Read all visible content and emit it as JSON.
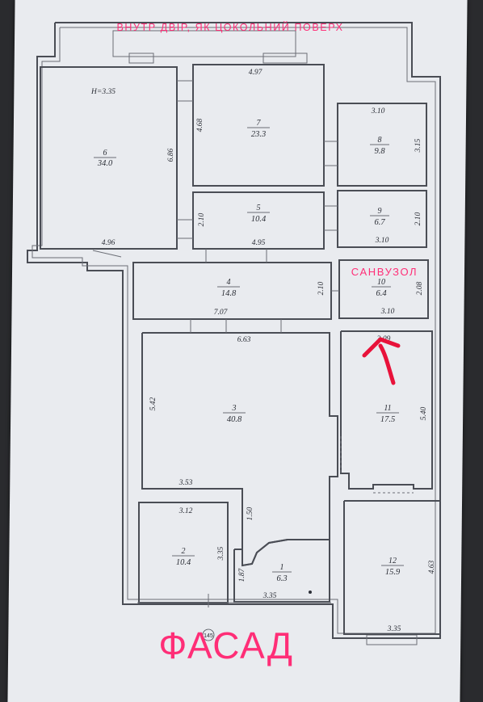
{
  "header_note": "ВНУТР ДВІР, ЯК ЦОКОЛЬНИЙ ПОВЕРХ",
  "height_note": "H=3.35",
  "sanuzol_label": "САНВУЗОЛ",
  "facade_label": "ФАСАД",
  "stamp": "145",
  "colors": {
    "annotation": "#ff2e77",
    "arrow": "#e8123a",
    "lines": "#4a4d55"
  },
  "rooms": [
    {
      "id": "r6",
      "num": "6",
      "area": "34.0"
    },
    {
      "id": "r7",
      "num": "7",
      "area": "23.3"
    },
    {
      "id": "r8",
      "num": "8",
      "area": "9.8"
    },
    {
      "id": "r5",
      "num": "5",
      "area": "10.4"
    },
    {
      "id": "r9",
      "num": "9",
      "area": "6.7"
    },
    {
      "id": "r4",
      "num": "4",
      "area": "14.8"
    },
    {
      "id": "r10",
      "num": "10",
      "area": "6.4"
    },
    {
      "id": "r3",
      "num": "3",
      "area": "40.8"
    },
    {
      "id": "r11",
      "num": "11",
      "area": "17.5"
    },
    {
      "id": "r2",
      "num": "2",
      "area": "10.4"
    },
    {
      "id": "r1",
      "num": "1",
      "area": "6.3"
    },
    {
      "id": "r12",
      "num": "12",
      "area": "15.9"
    }
  ],
  "dims": {
    "d497": "4.97",
    "d468": "4.68",
    "d686": "6.86",
    "d496": "4.96",
    "d310a": "3.10",
    "d315": "3.15",
    "d210a": "2.10",
    "d495": "4.95",
    "d310b": "3.10",
    "d210b": "2.10",
    "d210c": "2.10",
    "d707": "7.07",
    "d208": "2.08",
    "d310c": "3.10",
    "d663": "6.63",
    "d309": "3.09",
    "d542": "5.42",
    "d540": "5.40",
    "d353": "3.53",
    "d312": "3.12",
    "d150": "1.50",
    "d335a": "3.35",
    "d187": "1.87",
    "d335b": "3.35",
    "d463": "4.63",
    "d335c": "3.35"
  }
}
